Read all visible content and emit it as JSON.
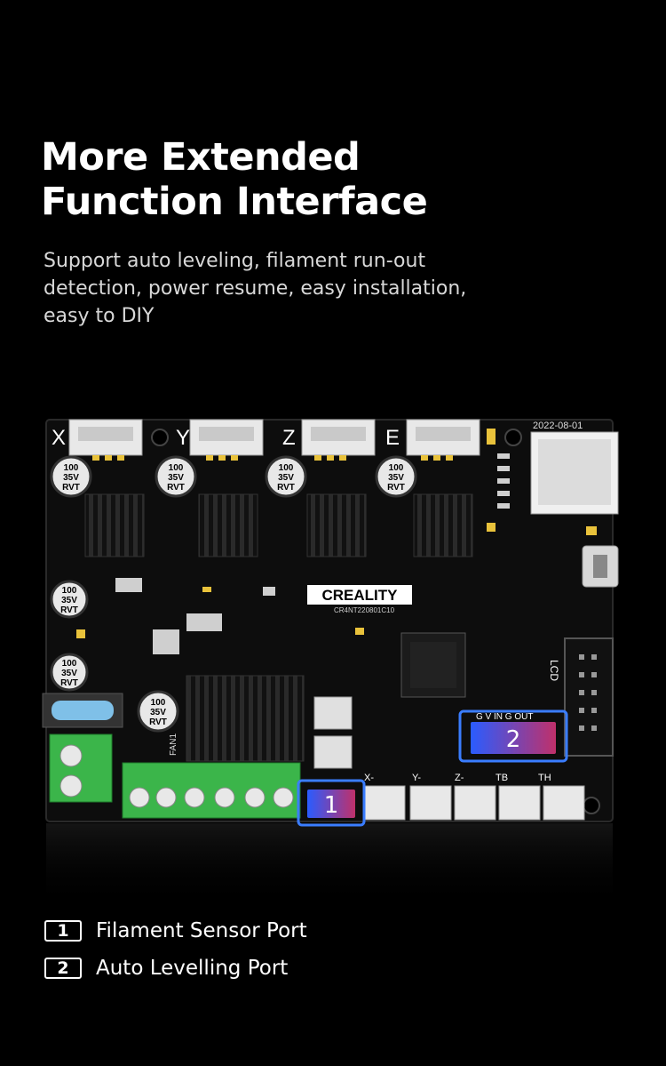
{
  "headline": {
    "line1": "More Extended",
    "line2": "Function Interface"
  },
  "description": {
    "line1": "Support auto leveling, filament run-out",
    "line2": "detection, power resume, easy installation,",
    "line3": "easy to DIY"
  },
  "board": {
    "axis_labels": [
      "X",
      "Y",
      "Z",
      "E"
    ],
    "capacitor_label": [
      "100",
      "35V",
      "RVT"
    ],
    "brand": "CREALITY",
    "board_code": "CR4NT220801C10",
    "date": "2022-08-01",
    "lcd_label": "LCD",
    "fan_label": "FAN1",
    "probe_pins": "G V IN G OUT",
    "limit_labels": [
      "X-",
      "Y-",
      "Z-",
      "TB",
      "TH"
    ],
    "callout_1": "1",
    "callout_2": "2"
  },
  "legend": {
    "items": [
      {
        "num": "1",
        "label": "Filament Sensor Port"
      },
      {
        "num": "2",
        "label": "Auto Levelling Port"
      }
    ]
  },
  "colors": {
    "background": "#000000",
    "pcb": "#0d0d0d",
    "terminal_green": "#3bb54a",
    "callout_blue": "#3a7dff"
  }
}
